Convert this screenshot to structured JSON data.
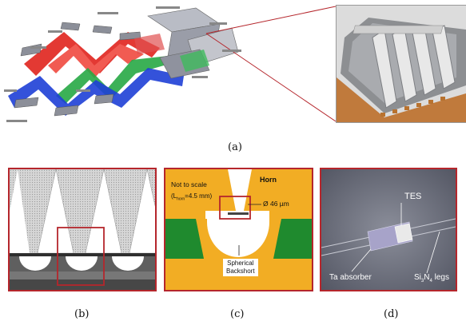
{
  "captions": {
    "a": "(a)",
    "b": "(b)",
    "c": "(c)",
    "d": "(d)"
  },
  "panel_c": {
    "not_to_scale": "Not to scale",
    "length_prefix": "(L",
    "length_sub": "horn",
    "length_value": "=4.5 mm)",
    "horn": "Horn",
    "diameter": "Ø 46 µm",
    "spherical": "Spherical",
    "backshort": "Backshort"
  },
  "panel_d": {
    "tes": "TES",
    "ta_absorber": "Ta absorber",
    "legs_prefix": "Si",
    "legs_sub": "3",
    "legs_mid": "N",
    "legs_sub2": "4",
    "legs_suffix": " legs"
  },
  "colors": {
    "frame_red": "#b5262c",
    "gold": "#f2ad24",
    "green": "#1f8a2e",
    "grey": "#7a7d88"
  }
}
